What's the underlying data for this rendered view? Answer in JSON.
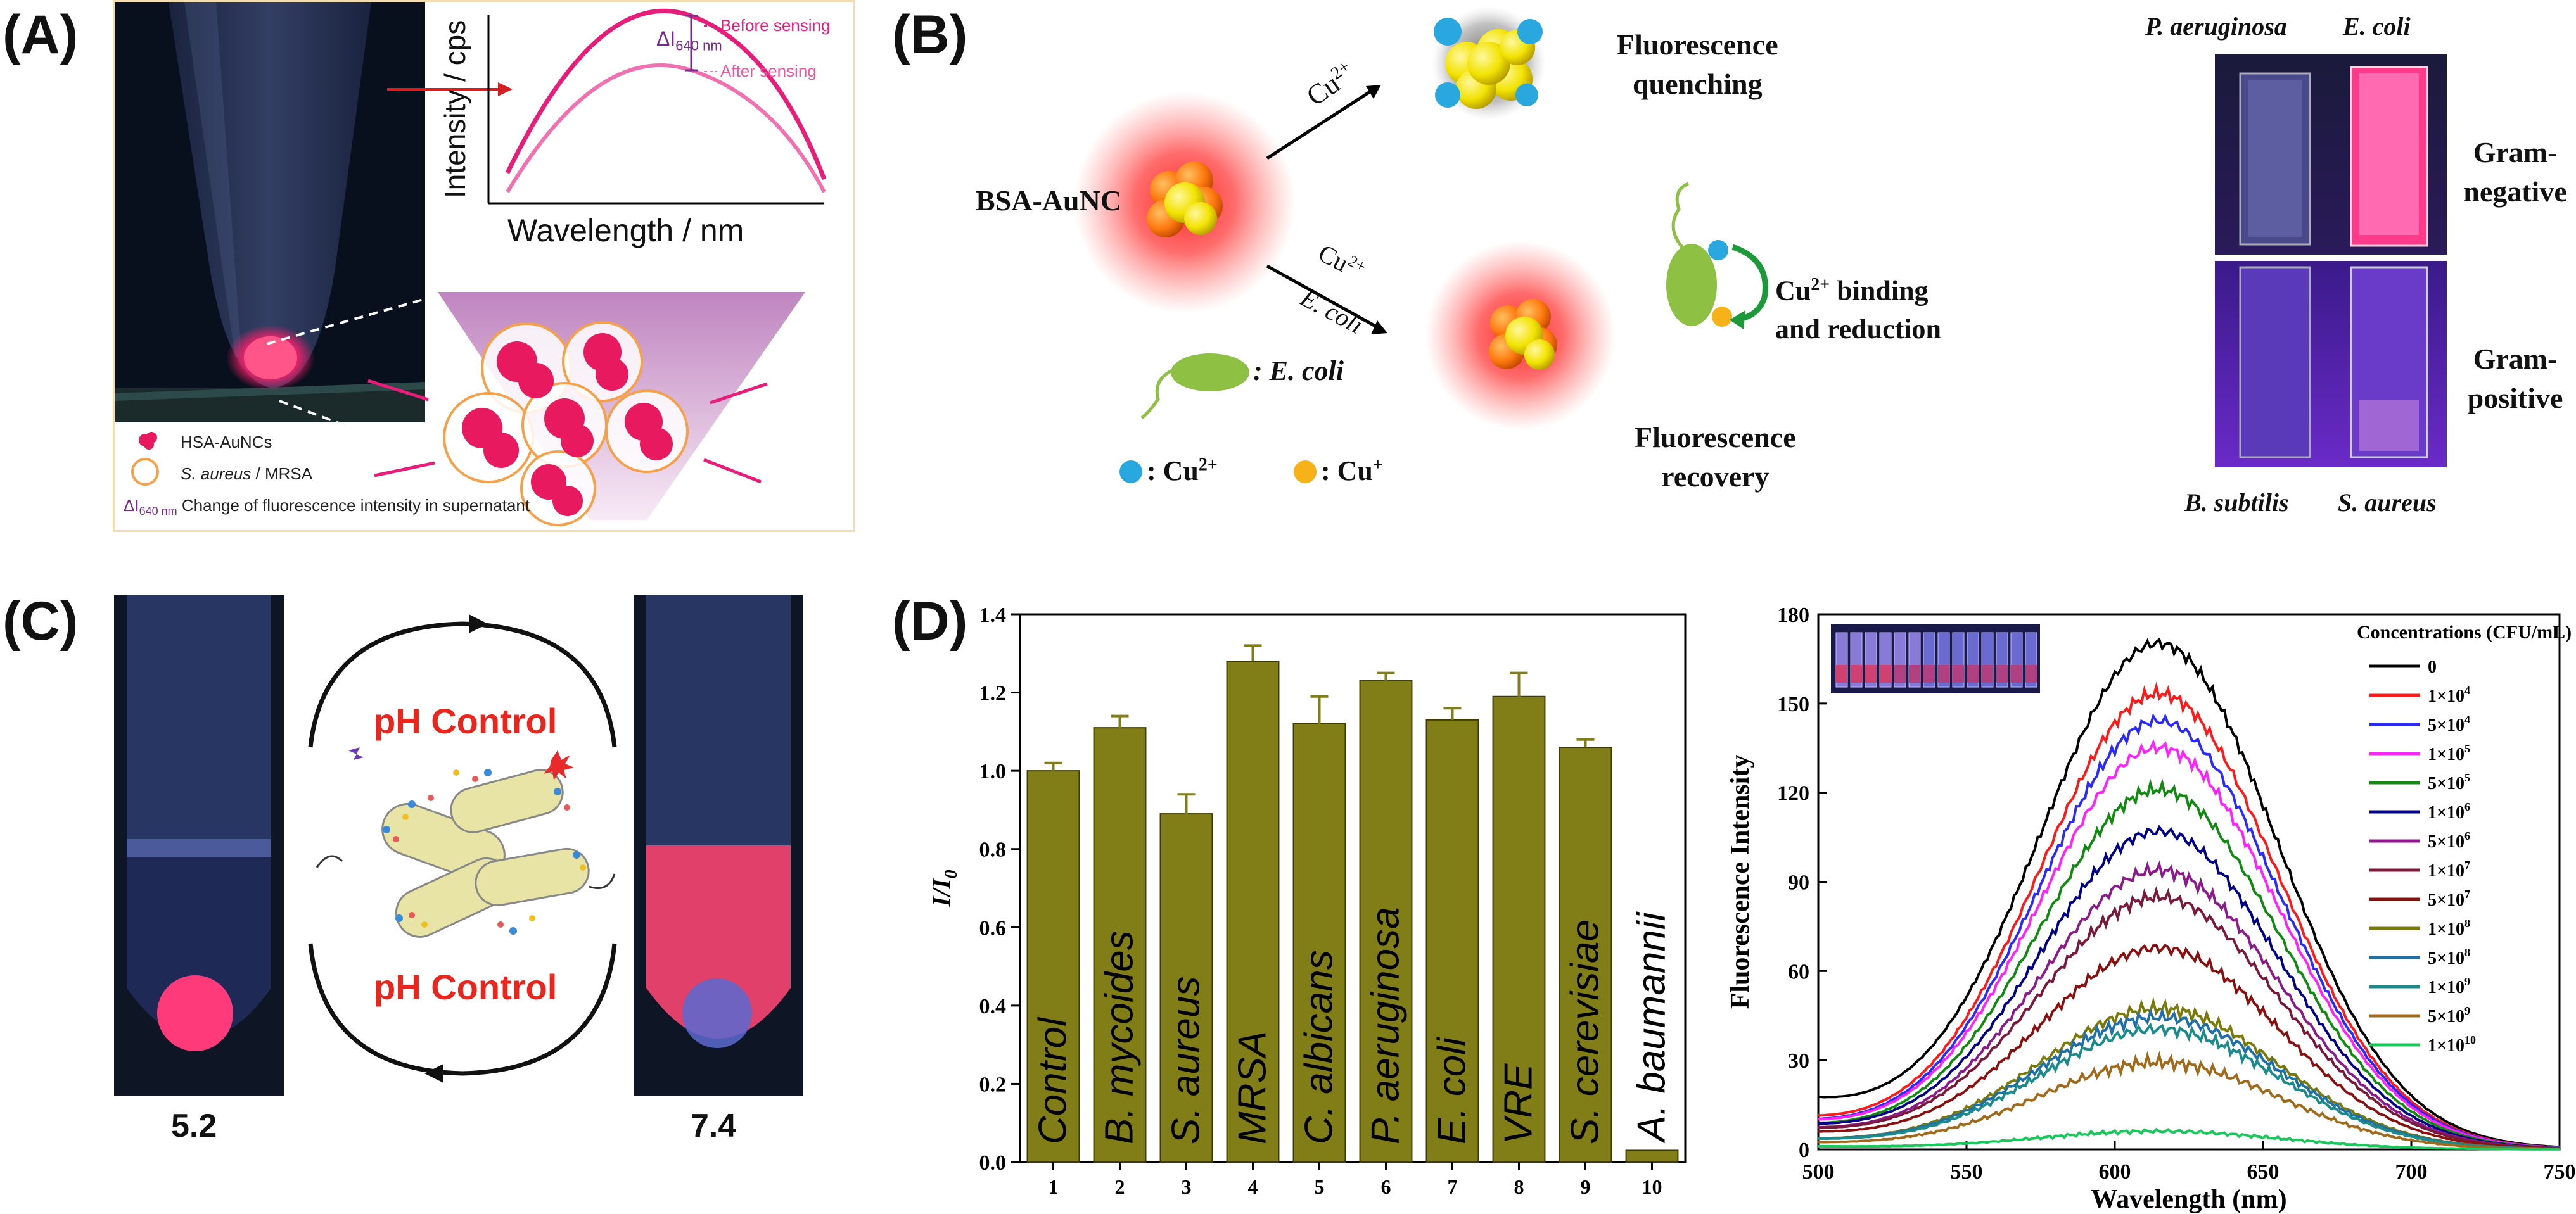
{
  "panelA": {
    "label": "(A)",
    "y_axis_label": "Intensity / cps",
    "x_axis_label": "Wavelength / nm",
    "delta_label_main": "ΔI",
    "delta_label_sub": "640 nm",
    "before_label": "Before sensing",
    "after_label": "After sensing",
    "legend": [
      {
        "text": "HSA-AuNCs"
      },
      {
        "text_italic": "S. aureus",
        "text": " / MRSA"
      },
      {
        "prefix": "ΔI",
        "prefix_sub": "640 nm",
        "text": " Change of fluorescence intensity in supernatant"
      }
    ]
  },
  "panelB": {
    "label": "(B)",
    "bsa_label": "BSA-AuNC",
    "arrow1_label": "Cu",
    "arrow1_sup": "2+",
    "arrow2_label": "Cu",
    "arrow2_sup": "2+",
    "arrow2_label_b": "E. coli",
    "quench_line1": "Fluorescence",
    "quench_line2": "quenching",
    "recovery_line1": "Fluorescence",
    "recovery_line2": "recovery",
    "binding_line1_sup": "2+",
    "binding_line1_pre": "Cu",
    "binding_line1_post": " binding",
    "binding_line2": "and reduction",
    "ecoli_legend": ": E. coli",
    "cu2_legend_pre": ": Cu",
    "cu2_legend_sup": "2+",
    "cu1_legend_pre": ": Cu",
    "cu1_legend_sup": "+",
    "photo_top_left": "P. aeruginosa",
    "photo_top_right": "E. coli",
    "photo_bottom_left": "B. subtilis",
    "photo_bottom_right": "S. aureus",
    "gram_neg_1": "Gram-",
    "gram_neg_2": "negative",
    "gram_pos_1": "Gram-",
    "gram_pos_2": "positive",
    "colors": {
      "red_glow": "#ff2a2a",
      "cu2": "#29a8e0",
      "cu1": "#f7b21a",
      "ecoli": "#8dc043"
    }
  },
  "panelC": {
    "label": "(C)",
    "ph_control_top": "pH Control",
    "ph_control_bottom": "pH Control",
    "ph_left": "5.2",
    "ph_right": "7.4",
    "colors": {
      "text": "#e8261d"
    }
  },
  "panelD": {
    "label": "(D)"
  },
  "chart_data": [
    {
      "type": "bar",
      "ylabel": "I/I",
      "ylabel_sub": "0",
      "categories": [
        "1",
        "2",
        "3",
        "4",
        "5",
        "6",
        "7",
        "8",
        "9",
        "10"
      ],
      "bar_labels": [
        "Control",
        "B. mycoides",
        "S. aureus",
        "MRSA",
        "C. albicans",
        "P. aeruginosa",
        "E. coli",
        "VRE",
        "S. cerevisiae",
        "A. baumannii"
      ],
      "values": [
        1.0,
        1.11,
        0.89,
        1.28,
        1.12,
        1.23,
        1.13,
        1.19,
        1.06,
        0.03
      ],
      "errors": [
        0.02,
        0.03,
        0.05,
        0.04,
        0.07,
        0.02,
        0.03,
        0.06,
        0.02,
        0.0
      ],
      "ylim": [
        0.0,
        1.4
      ],
      "yticks": [
        "0.0",
        "0.2",
        "0.4",
        "0.6",
        "0.8",
        "1.0",
        "1.2",
        "1.4"
      ],
      "colors": {
        "bar": "#817e18",
        "bar_edge": "#3e3b05"
      }
    },
    {
      "type": "line",
      "xlabel": "Wavelength (nm)",
      "ylabel": "Fluorescence Intensity",
      "legend_title": "Concentrations (CFU/mL)",
      "xlim": [
        500,
        750
      ],
      "ylim": [
        0,
        180
      ],
      "xticks": [
        "500",
        "550",
        "600",
        "650",
        "700",
        "750"
      ],
      "yticks": [
        "0",
        "30",
        "60",
        "90",
        "120",
        "150",
        "180"
      ],
      "peak_wavelength": 615,
      "series": [
        {
          "name": "0",
          "base": 15,
          "mantissa": "",
          "exponent": "",
          "peak": 168,
          "color": "#000000"
        },
        {
          "name": "1×10",
          "mantissa": "1×10",
          "exponent": "4",
          "base": 9,
          "peak": 152,
          "color": "#ff1a1a"
        },
        {
          "name": "5×10",
          "mantissa": "5×10",
          "exponent": "4",
          "base": 8,
          "peak": 143,
          "color": "#2a2aff"
        },
        {
          "name": "1×10",
          "mantissa": "1×10",
          "exponent": "5",
          "base": 8,
          "peak": 134,
          "color": "#ff22ff"
        },
        {
          "name": "5×10",
          "mantissa": "5×10",
          "exponent": "5",
          "base": 7,
          "peak": 120,
          "color": "#128a12"
        },
        {
          "name": "1×10",
          "mantissa": "1×10",
          "exponent": "6",
          "base": 7,
          "peak": 106,
          "color": "#000088"
        },
        {
          "name": "5×10",
          "mantissa": "5×10",
          "exponent": "6",
          "base": 6,
          "peak": 93,
          "color": "#8b1a8b"
        },
        {
          "name": "1×10",
          "mantissa": "1×10",
          "exponent": "7",
          "base": 6,
          "peak": 84,
          "color": "#7a1a3a"
        },
        {
          "name": "5×10",
          "mantissa": "5×10",
          "exponent": "7",
          "base": 5,
          "peak": 67,
          "color": "#8a1010"
        },
        {
          "name": "1×10",
          "mantissa": "1×10",
          "exponent": "8",
          "base": 3,
          "peak": 47,
          "color": "#7a7a0a"
        },
        {
          "name": "5×10",
          "mantissa": "5×10",
          "exponent": "8",
          "base": 3,
          "peak": 44,
          "color": "#1f6fa8"
        },
        {
          "name": "1×10",
          "mantissa": "1×10",
          "exponent": "9",
          "base": 3,
          "peak": 40,
          "color": "#1a8a8a"
        },
        {
          "name": "5×10",
          "mantissa": "5×10",
          "exponent": "9",
          "base": 2,
          "peak": 29,
          "color": "#a06a1a"
        },
        {
          "name": "1×10",
          "mantissa": "1×10",
          "exponent": "10",
          "base": 1,
          "peak": 6,
          "color": "#19c85a"
        }
      ]
    }
  ]
}
